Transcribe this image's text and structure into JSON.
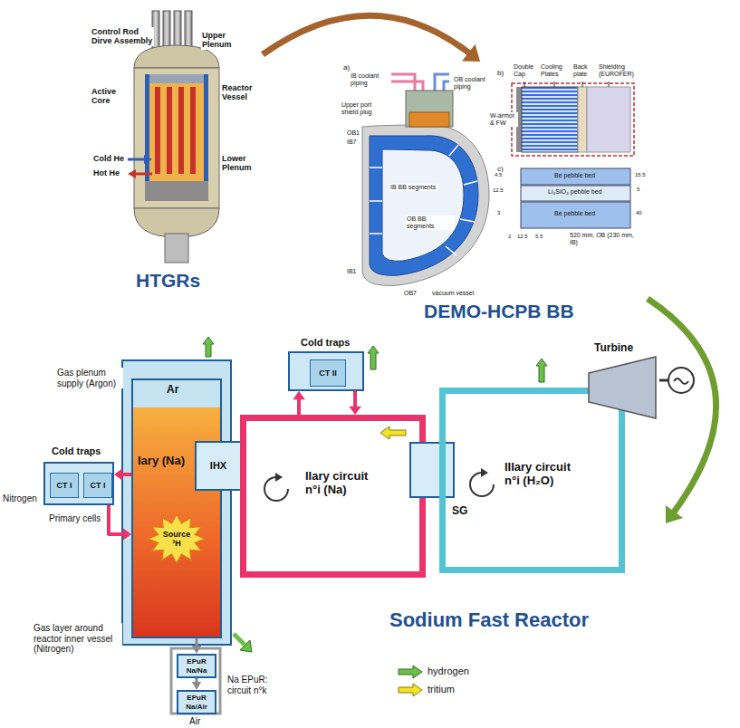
{
  "diagram": {
    "nodes": [
      {
        "text": [
          "HTGRs"
        ]
      },
      {
        "text": [
          "DEMO-HCPB BB"
        ]
      },
      {
        "text": [
          "Sodium Fast Reactor"
        ]
      },
      {
        "text": [
          "Cold traps",
          "Primary cells"
        ],
        "in": 2
      },
      {
        "text": [
          "CT I"
        ],
        "in": 3
      },
      {
        "text": [
          "CT I"
        ],
        "in": 3
      },
      {
        "text": [
          "Cold traps"
        ],
        "in": 2
      },
      {
        "text": [
          "CT II"
        ],
        "in": 6
      },
      {
        "text": [
          "Ar",
          "Iary (Na)"
        ],
        "in": 2
      },
      {
        "text": [
          "Source",
          "³H"
        ],
        "in": 8
      },
      {
        "text": [
          "IHX"
        ],
        "in": 8
      },
      {
        "text": [
          "IIary circuit n°i (Na)"
        ],
        "in": 2
      },
      {
        "text": [
          "SG"
        ],
        "in": 2
      },
      {
        "text": [
          "IIIary circuit n°i (H₂O)"
        ],
        "in": 2
      },
      {
        "text": [
          "Turbine"
        ],
        "in": 2
      },
      {
        "text": [
          "EPuR Na/Na"
        ],
        "in": 2
      },
      {
        "text": [
          "EPuR Na/Air"
        ],
        "in": 2
      }
    ],
    "edges": [
      {
        "from": 0,
        "to": 1,
        "arrow": "to"
      },
      {
        "from": 1,
        "to": 2,
        "arrow": "to"
      },
      {
        "from": 8,
        "to": 3,
        "arrow": "to"
      },
      {
        "from": 3,
        "to": 8,
        "arrow": "to"
      },
      {
        "from": 11,
        "to": 6,
        "arrow": "to"
      },
      {
        "from": 6,
        "to": 11,
        "arrow": "to"
      },
      {
        "from": 8,
        "to": 15,
        "arrow": "to"
      },
      {
        "from": 15,
        "to": 16,
        "arrow": "to"
      }
    ],
    "labels": [
      "Control Rod Dirve Assembly",
      "Upper Plenum",
      "Active Core",
      "Reactor Vessel",
      "Cold He",
      "Hot He",
      "Lower Plenum",
      "a)",
      "IB coolant piping",
      "OB coolant piping",
      "Upper port shield plug",
      "OB1",
      "IB7",
      "IB BB segments",
      "OB BB segments",
      "IB1",
      "OB7",
      "vacuum vessel",
      "b)",
      "Double Cap",
      "Cooling Plates",
      "Back plate",
      "Shielding (EUROFER)",
      "W-armor & FW",
      "c)",
      "Be pebble bed",
      "Li₄SiO₄ pebble bed",
      "Be pebble bed",
      "15.5",
      "5",
      "40",
      "4.5",
      "12.5",
      "3",
      "2",
      "12.5",
      "5.5",
      "520 mm, OB (230 mm, IB)",
      "Gas plenum supply (Argon)",
      "Nitrogen",
      "Gas layer around reactor inner vessel (Nitrogen)",
      "Na EPuR: circuit n°k",
      "Air"
    ],
    "legend": [
      {
        "text": "hydrogen"
      },
      {
        "text": "tritium"
      }
    ]
  }
}
